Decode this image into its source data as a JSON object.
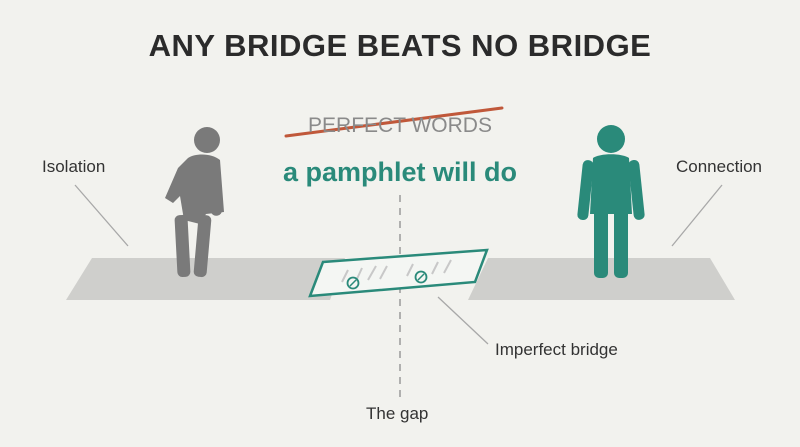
{
  "title": "ANY BRIDGE BEATS NO BRIDGE",
  "struck_text": "PERFECT WORDS",
  "tagline": "a pamphlet will do",
  "labels": {
    "isolation": "Isolation",
    "connection": "Connection",
    "bridge": "Imperfect bridge",
    "gap": "The gap"
  },
  "colors": {
    "background": "#f2f2ee",
    "accent": "#2a8a7a",
    "strike": "#c0583a",
    "ground": "#cfcfcc",
    "isolated_figure": "#7a7a7a",
    "connected_figure": "#2a8a7a"
  },
  "icons": {
    "left_figure": "person-icon",
    "right_figure": "person-icon"
  }
}
